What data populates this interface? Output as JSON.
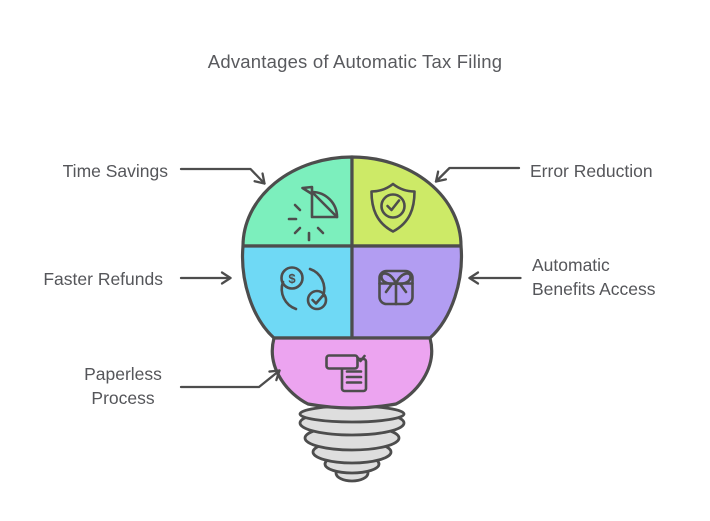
{
  "title": "Advantages of Automatic Tax Filing",
  "colors": {
    "background": "#ffffff",
    "outline": "#4d4d4d",
    "text": "#55565a",
    "title_text": "#595a5e",
    "base_fill": "#dedede"
  },
  "segments": [
    {
      "name": "Time Savings",
      "color": "#7cefbd",
      "icon": "timer-icon"
    },
    {
      "name": "Error Reduction",
      "color": "#cdea67",
      "icon": "shield-check-icon"
    },
    {
      "name": "Faster Refunds",
      "color": "#6fd9f5",
      "icon": "dollar-refresh-icon"
    },
    {
      "name": "Automatic Benefits Access",
      "color": "#b29df2",
      "icon": "gift-icon"
    },
    {
      "name": "Paperless Process",
      "color": "#eca4f0",
      "icon": "document-icon"
    }
  ],
  "labels": {
    "time_savings": "Time Savings",
    "error_reduction": "Error Reduction",
    "faster_refunds": "Faster Refunds",
    "benefits_access": "Automatic Benefits Access",
    "paperless": "Paperless Process"
  },
  "icons": {
    "dollar_symbol": "$"
  }
}
